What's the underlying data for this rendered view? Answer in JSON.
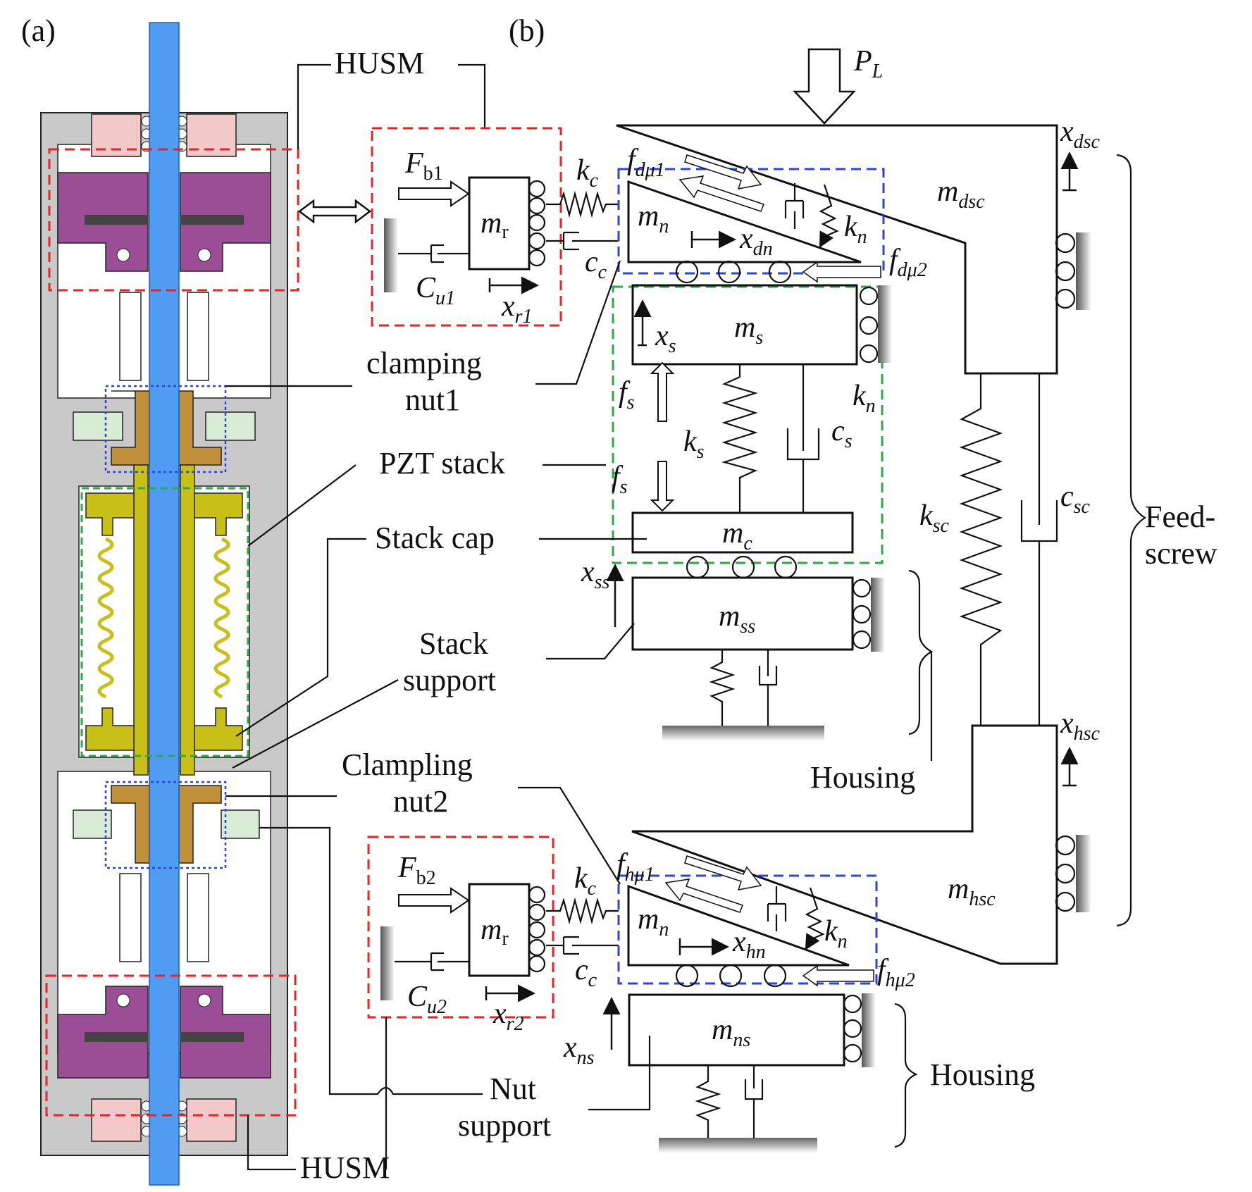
{
  "panels": {
    "a": "(a)",
    "b": "(b)"
  },
  "labels": {
    "husm_top": "HUSM",
    "husm_bottom": "HUSM",
    "clamping_nut1_line1": "clamping",
    "clamping_nut1_line2": "nut1",
    "pzt_stack": "PZT stack",
    "stack_cap": "Stack cap",
    "stack_support_line1": "Stack",
    "stack_support_line2": "support",
    "clampling_nut2_line1": "Clampling",
    "clampling_nut2_line2": "nut2",
    "nut_support_line1": "Nut",
    "nut_support_line2": "support",
    "housing_mid": "Housing",
    "housing_bottom": "Housing",
    "feed_screw_line1": "Feed-",
    "feed_screw_line2": "screw"
  },
  "symbols": {
    "PL": {
      "main": "P",
      "sub": "L"
    },
    "Fb1": {
      "main": "F",
      "sub": "b1"
    },
    "Fb2": {
      "main": "F",
      "sub": "b2"
    },
    "mr_top": {
      "main": "m",
      "sub": "r"
    },
    "mr_bottom": {
      "main": "m",
      "sub": "r"
    },
    "Cu1": {
      "main": "C",
      "sub": "u1"
    },
    "Cu2": {
      "main": "C",
      "sub": "u2"
    },
    "xr1": {
      "main": "x",
      "sub": "r1"
    },
    "xr2": {
      "main": "x",
      "sub": "r2"
    },
    "kc_top": {
      "main": "k",
      "sub": "c"
    },
    "kc_bottom": {
      "main": "k",
      "sub": "c"
    },
    "cc_top": {
      "main": "c",
      "sub": "c"
    },
    "cc_bottom": {
      "main": "c",
      "sub": "c"
    },
    "fdmu1": {
      "main": "f",
      "sub": "dμ1"
    },
    "fdmu2": {
      "main": "f",
      "sub": "dμ2"
    },
    "fhmu1": {
      "main": "f",
      "sub": "hμ1"
    },
    "fhmu2": {
      "main": "f",
      "sub": "hμ2"
    },
    "mn_top": {
      "main": "m",
      "sub": "n"
    },
    "mn_bottom": {
      "main": "m",
      "sub": "n"
    },
    "kn_top": {
      "main": "k",
      "sub": "n"
    },
    "kn_mid": {
      "main": "k",
      "sub": "n"
    },
    "kn_bottom": {
      "main": "k",
      "sub": "n"
    },
    "xdn": {
      "main": "x",
      "sub": "dn"
    },
    "xhn": {
      "main": "x",
      "sub": "hn"
    },
    "mdsc": {
      "main": "m",
      "sub": "dsc"
    },
    "xdsc": {
      "main": "x",
      "sub": "dsc"
    },
    "ms": {
      "main": "m",
      "sub": "s"
    },
    "xs": {
      "main": "x",
      "sub": "s"
    },
    "fs_top": {
      "main": "f",
      "sub": "s"
    },
    "fs_bottom": {
      "main": "f",
      "sub": "s"
    },
    "ks": {
      "main": "k",
      "sub": "s"
    },
    "cs": {
      "main": "c",
      "sub": "s"
    },
    "mc": {
      "main": "m",
      "sub": "c"
    },
    "xss": {
      "main": "x",
      "sub": "ss"
    },
    "mss": {
      "main": "m",
      "sub": "ss"
    },
    "ksc": {
      "main": "k",
      "sub": "sc"
    },
    "csc": {
      "main": "c",
      "sub": "sc"
    },
    "xhsc": {
      "main": "x",
      "sub": "hsc"
    },
    "mhsc": {
      "main": "m",
      "sub": "hsc"
    },
    "xns": {
      "main": "x",
      "sub": "ns"
    },
    "mns": {
      "main": "m",
      "sub": "ns"
    }
  },
  "colors": {
    "screw": "#4f9cf2",
    "housing": "#c9c9c9",
    "motor": "#9b4d96",
    "bearing": "#f2c8c8",
    "pzt": "#c8c016",
    "nut": "#c0913a",
    "nut_support": "#d9ecd6",
    "husm_box": "#e8232a",
    "nut_box": "#2f43d8",
    "stack_box": "#2fa84a"
  }
}
